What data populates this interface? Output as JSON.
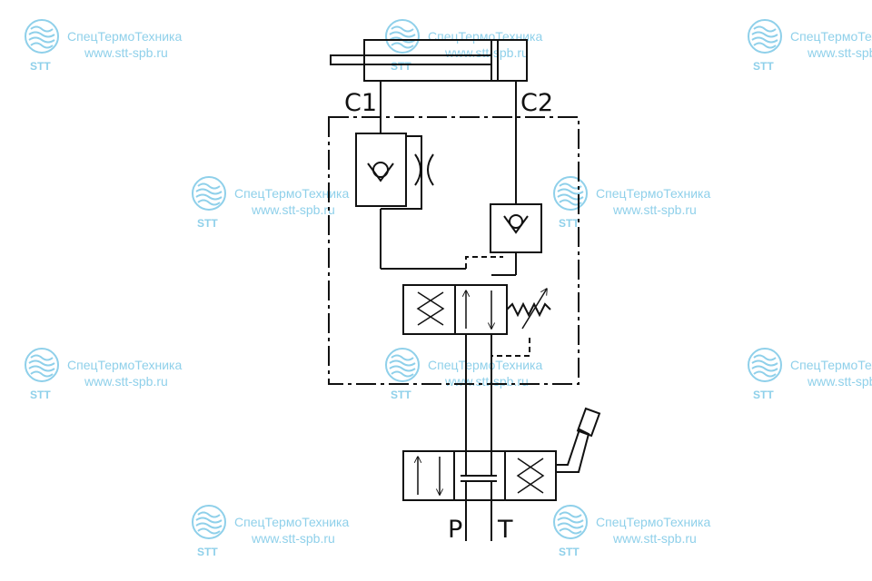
{
  "watermark": {
    "company": "СпецТермоТехника",
    "url": "www.stt-spb.ru",
    "abbr": "STT"
  },
  "ports": {
    "c1": "C1",
    "c2": "C2",
    "p": "P",
    "t": "T"
  },
  "colors": {
    "line": "#111111",
    "watermark": "#8fd0ea"
  }
}
